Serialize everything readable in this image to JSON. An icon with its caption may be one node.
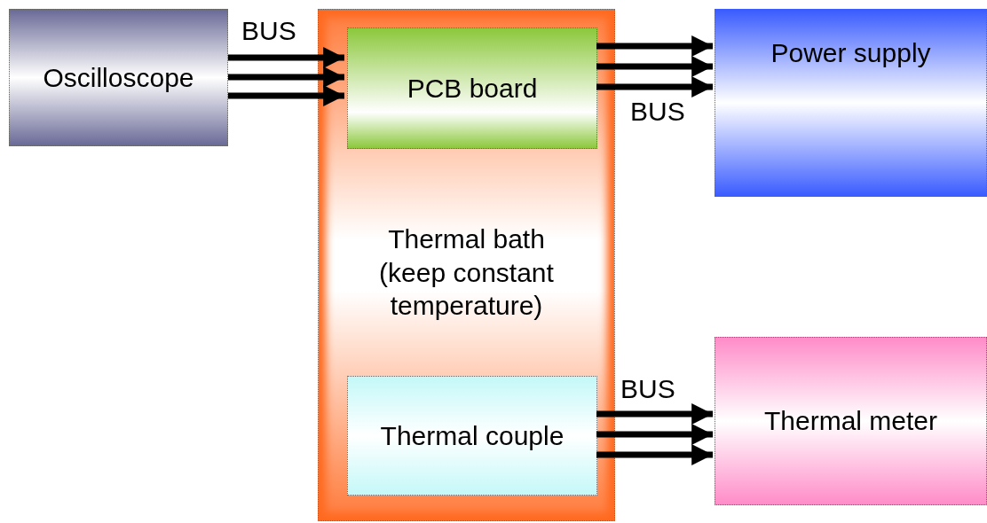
{
  "diagram": {
    "nodes": [
      {
        "text": [
          "Oscilloscope"
        ]
      },
      {
        "text": [
          "Thermal bath (keep constant temperature)"
        ]
      },
      {
        "text": [
          "PCB board"
        ],
        "in": 1
      },
      {
        "text": [
          "Power supply"
        ]
      },
      {
        "text": [
          "Thermal couple"
        ],
        "in": 1
      },
      {
        "text": [
          "Thermal meter"
        ]
      }
    ],
    "edges": [
      {
        "from": 0,
        "to": 2,
        "arrow": "to",
        "label": "BUS"
      },
      {
        "from": 0,
        "to": 2,
        "arrow": "to"
      },
      {
        "from": 0,
        "to": 2,
        "arrow": "to"
      },
      {
        "from": 2,
        "to": 3,
        "arrow": "to"
      },
      {
        "from": 2,
        "to": 3,
        "arrow": "to"
      },
      {
        "from": 2,
        "to": 3,
        "arrow": "to",
        "label": "BUS"
      },
      {
        "from": 4,
        "to": 5,
        "arrow": "to",
        "label": "BUS"
      },
      {
        "from": 4,
        "to": 5,
        "arrow": "to"
      },
      {
        "from": 4,
        "to": 5,
        "arrow": "to"
      }
    ]
  }
}
